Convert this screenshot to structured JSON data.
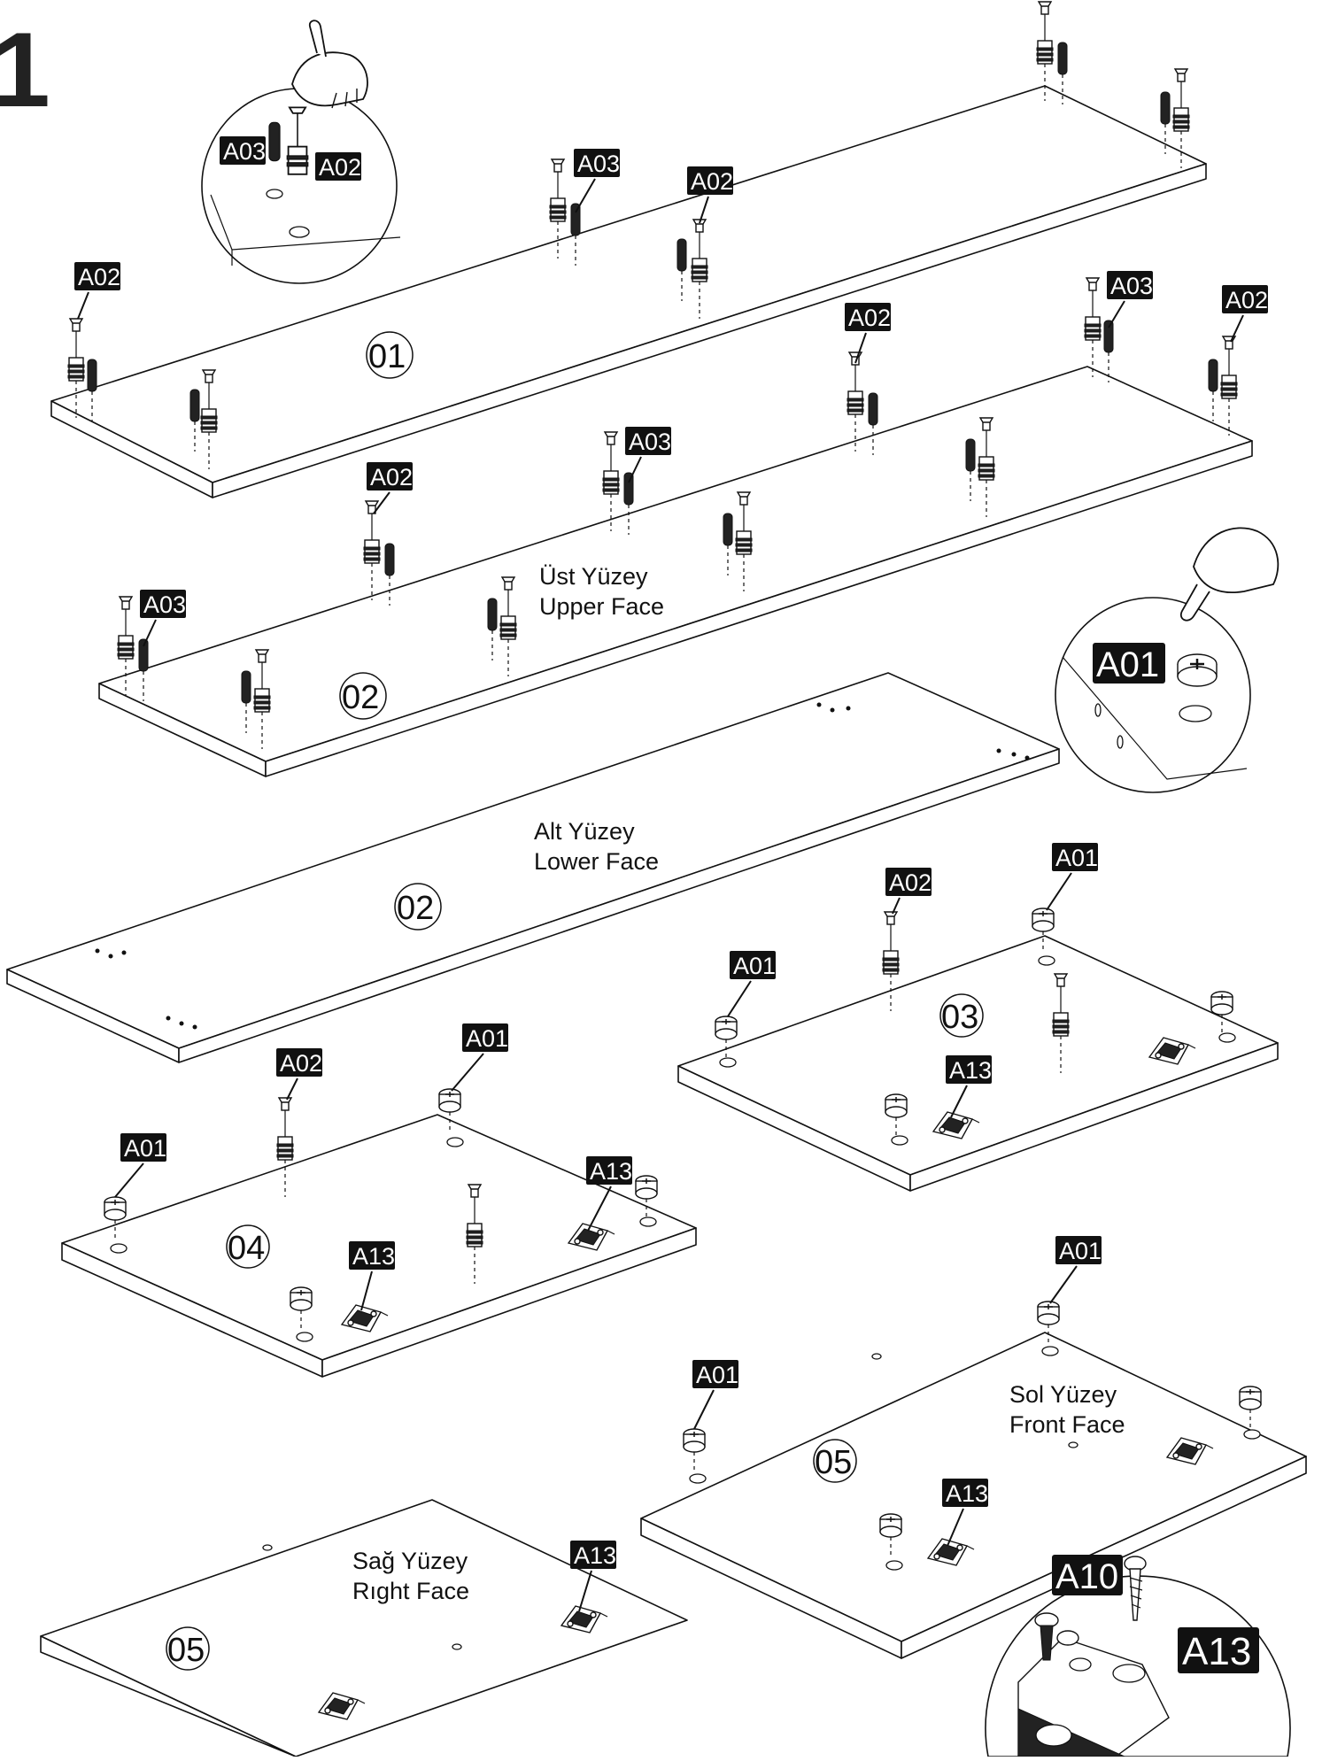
{
  "step_number": "1",
  "parts": {
    "p01": "01",
    "p02_upper": "02",
    "p02_lower": "02",
    "p03": "03",
    "p04": "04",
    "p05_left": "05",
    "p05_right": "05"
  },
  "face_labels": {
    "upper_tr": "Üst Yüzey",
    "upper_en": "Upper Face",
    "lower_tr": "Alt Yüzey",
    "lower_en": "Lower Face",
    "left_tr": "Sol Yüzey",
    "left_en": "Front Face",
    "right_tr": "Sağ Yüzey",
    "right_en": "Rıght Face"
  },
  "hardware": {
    "a01": "A01",
    "a02": "A02",
    "a03": "A03",
    "a10": "A10",
    "a13": "A13"
  },
  "icons": [
    "hand-press-icon",
    "cam-lock-icon",
    "dowel-icon",
    "pin-icon",
    "hinge-plate-icon",
    "screw-icon"
  ]
}
